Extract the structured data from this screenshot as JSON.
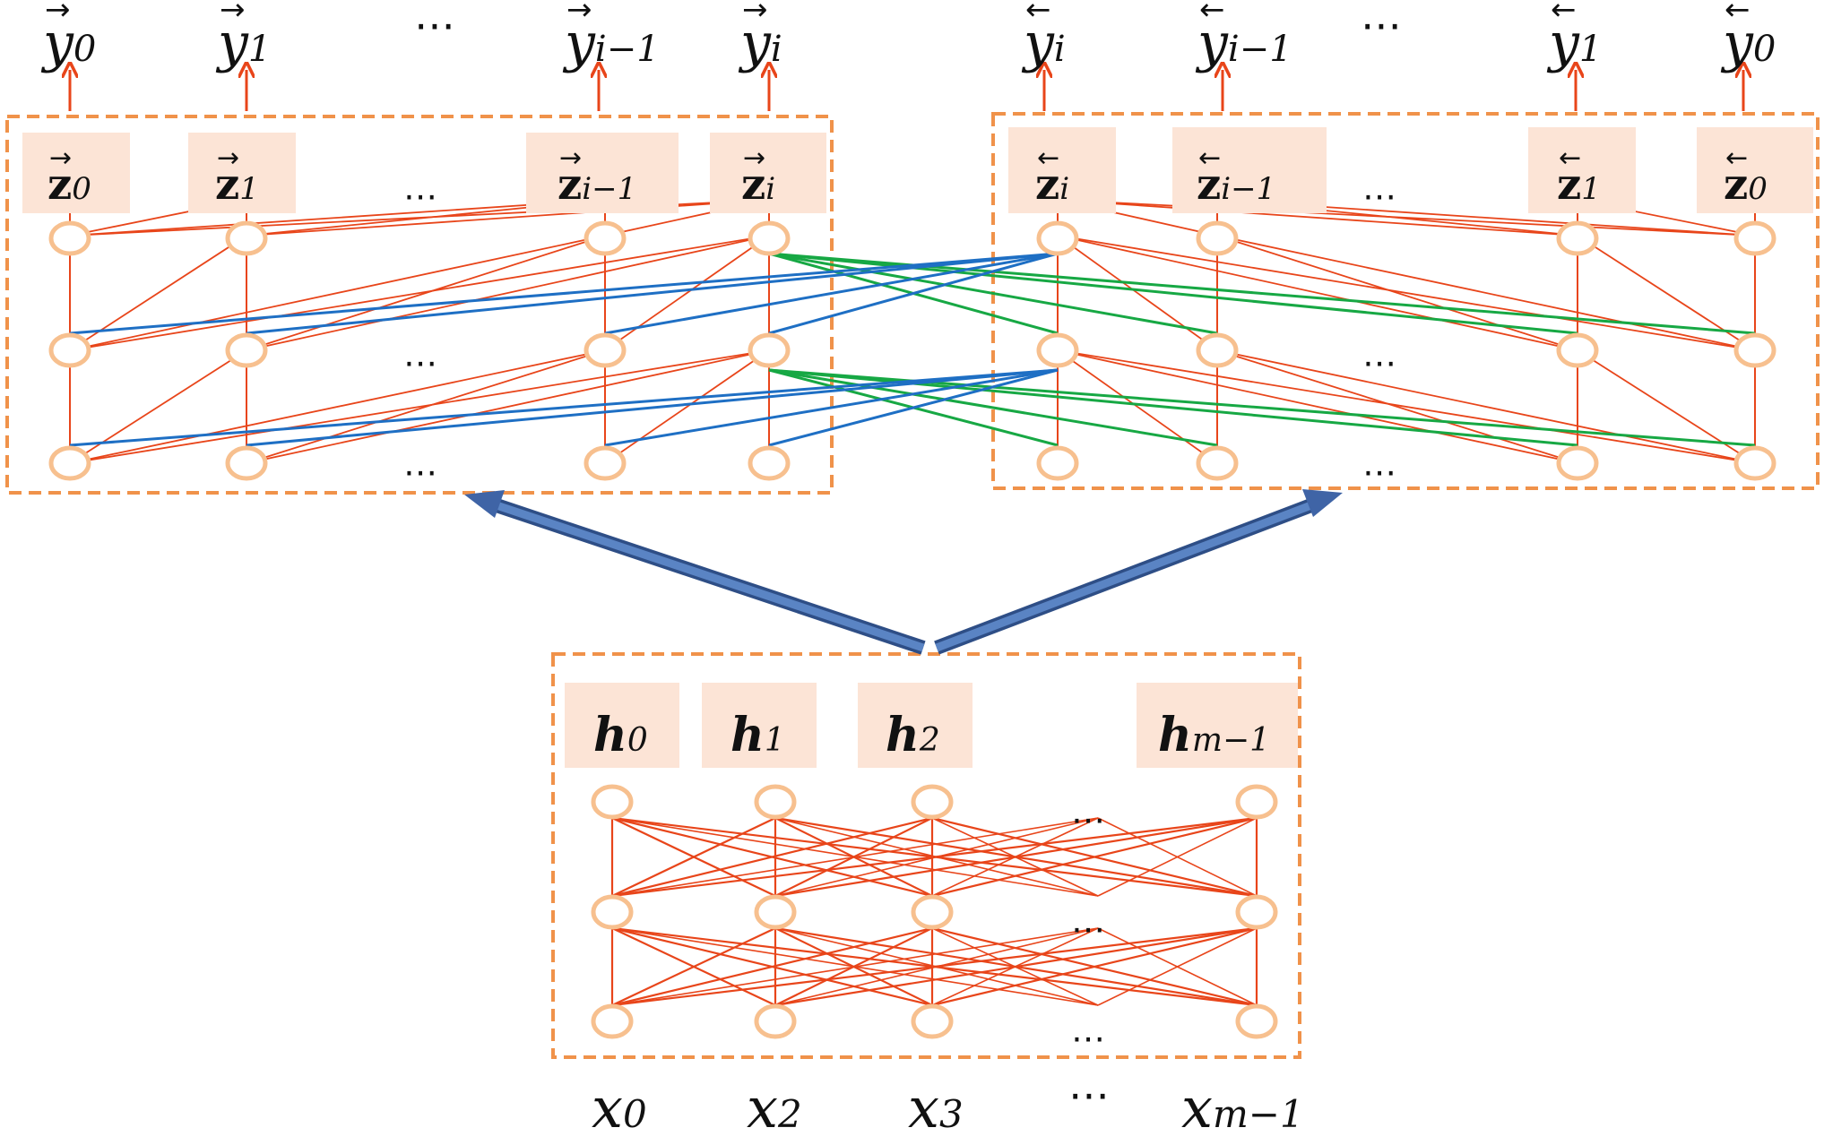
{
  "colors": {
    "node_stroke": "#F7C08F",
    "box_fill": "#FCE4D6",
    "box_border": "#F0924A",
    "red_link": "#E8451A",
    "blue_link": "#1E6FC4",
    "green_link": "#17A844",
    "big_arrow": "#4A6FA8"
  },
  "forward": {
    "outputs": [
      {
        "base": "y",
        "arrow": "→",
        "sub": "0"
      },
      {
        "base": "y",
        "arrow": "→",
        "sub": "1"
      },
      {
        "base": "y",
        "arrow": "→",
        "sub": "i−1"
      },
      {
        "base": "y",
        "arrow": "→",
        "sub": "i"
      }
    ],
    "outputs_gap": "⋯",
    "states": [
      {
        "base": "z",
        "arrow": "→",
        "sub": "0"
      },
      {
        "base": "z",
        "arrow": "→",
        "sub": "1"
      },
      {
        "base": "z",
        "arrow": "→",
        "sub": "i−1"
      },
      {
        "base": "z",
        "arrow": "→",
        "sub": "i"
      }
    ],
    "gap_dots": "⋯"
  },
  "backward": {
    "outputs": [
      {
        "base": "y",
        "arrow": "←",
        "sub": "i"
      },
      {
        "base": "y",
        "arrow": "←",
        "sub": "i−1"
      },
      {
        "base": "y",
        "arrow": "←",
        "sub": "1"
      },
      {
        "base": "y",
        "arrow": "←",
        "sub": "0"
      }
    ],
    "outputs_gap": "⋯",
    "states": [
      {
        "base": "z",
        "arrow": "←",
        "sub": "i"
      },
      {
        "base": "z",
        "arrow": "←",
        "sub": "i−1"
      },
      {
        "base": "z",
        "arrow": "←",
        "sub": "1"
      },
      {
        "base": "z",
        "arrow": "←",
        "sub": "0"
      }
    ],
    "gap_dots": "⋯"
  },
  "encoder": {
    "states": [
      {
        "base": "h",
        "sub": "0"
      },
      {
        "base": "h",
        "sub": "1"
      },
      {
        "base": "h",
        "sub": "2"
      },
      {
        "base": "h",
        "sub": "m−1"
      }
    ],
    "gap_dots": "⋯",
    "inputs": [
      {
        "base": "x",
        "sub": "0"
      },
      {
        "base": "x",
        "sub": "2"
      },
      {
        "base": "x",
        "sub": "3"
      },
      {
        "base": "x",
        "sub": "m−1"
      }
    ],
    "inputs_gap": "⋯"
  }
}
